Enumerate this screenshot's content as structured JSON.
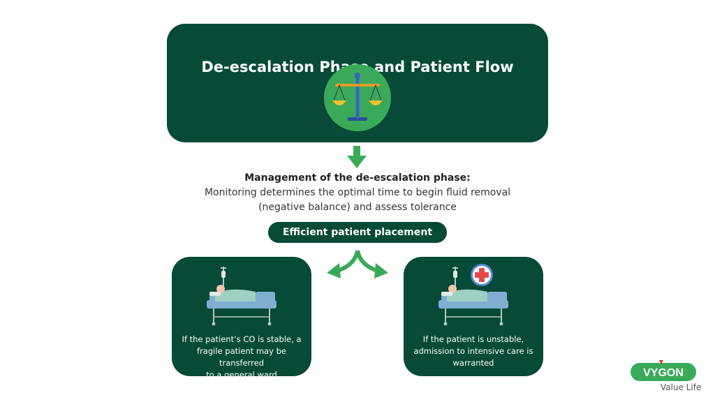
{
  "header": {
    "title": "De-escalation Phase and Patient Flow"
  },
  "management": {
    "heading": "Management of the de-escalation phase:",
    "line1": "Monitoring determines the optimal time to begin fluid removal",
    "line2": "(negative balance) and assess tolerance"
  },
  "placement": {
    "label": "Efficient patient placement"
  },
  "cards": [
    {
      "lines": [
        "If the patient’s CO is stable, a",
        "fragile patient may be transferred",
        "to a general ward"
      ]
    },
    {
      "lines": [
        "If the patient is unstable,",
        "admission to intensive care is",
        "warranted"
      ]
    }
  ],
  "logo": {
    "brand": "VYGON",
    "tagline": "Value Life"
  },
  "colors": {
    "dark_green": "#064a37",
    "accent_green": "#3aa95a",
    "white": "#ffffff",
    "red_cross": "#e2474b"
  },
  "icons": [
    "balance-scale-icon",
    "down-arrow-icon",
    "split-arrows-icon",
    "patient-bed-icon",
    "medical-cross-icon"
  ]
}
